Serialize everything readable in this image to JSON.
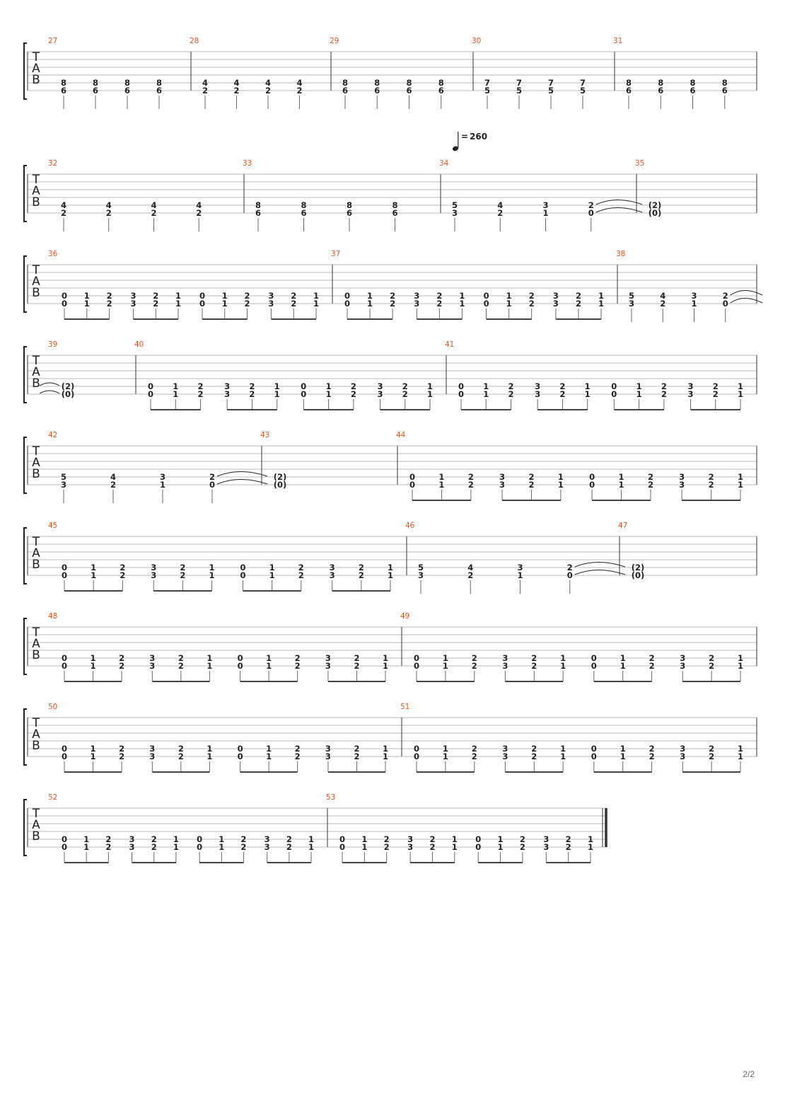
{
  "page": {
    "number_label": "2/2"
  },
  "tempo": {
    "value": "260",
    "prefix": "="
  },
  "tab_clef": [
    "T",
    "A",
    "B"
  ],
  "patterns": {
    "arp": [
      [
        0,
        0
      ],
      [
        1,
        1
      ],
      [
        2,
        2
      ],
      [
        3,
        3
      ],
      [
        2,
        2
      ],
      [
        1,
        1
      ],
      [
        0,
        0
      ],
      [
        1,
        1
      ],
      [
        2,
        2
      ],
      [
        3,
        3
      ],
      [
        2,
        2
      ],
      [
        1,
        1
      ]
    ],
    "desc": [
      [
        5,
        3
      ],
      [
        4,
        2
      ],
      [
        3,
        1
      ],
      [
        2,
        0
      ]
    ]
  },
  "systems": [
    {
      "measures": [
        {
          "number": "27",
          "kind": "chords",
          "chords": [
            [
              8,
              6
            ],
            [
              8,
              6
            ],
            [
              8,
              6
            ],
            [
              8,
              6
            ]
          ]
        },
        {
          "number": "28",
          "kind": "chords",
          "chords": [
            [
              4,
              2
            ],
            [
              4,
              2
            ],
            [
              4,
              2
            ],
            [
              4,
              2
            ]
          ]
        },
        {
          "number": "29",
          "kind": "chords",
          "chords": [
            [
              8,
              6
            ],
            [
              8,
              6
            ],
            [
              8,
              6
            ],
            [
              8,
              6
            ]
          ]
        },
        {
          "number": "30",
          "kind": "chords",
          "chords": [
            [
              7,
              5
            ],
            [
              7,
              5
            ],
            [
              7,
              5
            ],
            [
              7,
              5
            ]
          ]
        },
        {
          "number": "31",
          "kind": "chords",
          "chords": [
            [
              8,
              6
            ],
            [
              8,
              6
            ],
            [
              8,
              6
            ],
            [
              8,
              6
            ]
          ]
        }
      ]
    },
    {
      "measures": [
        {
          "number": "32",
          "kind": "chords",
          "chords": [
            [
              4,
              2
            ],
            [
              4,
              2
            ],
            [
              4,
              2
            ],
            [
              4,
              2
            ]
          ]
        },
        {
          "number": "33",
          "kind": "chords",
          "chords": [
            [
              8,
              6
            ],
            [
              8,
              6
            ],
            [
              8,
              6
            ],
            [
              8,
              6
            ]
          ]
        },
        {
          "number": "34",
          "kind": "desc",
          "tie_out": true,
          "tempo_mark": true
        },
        {
          "number": "35",
          "kind": "tied",
          "tied": [
            "(2)",
            "(0)"
          ]
        }
      ]
    },
    {
      "measures": [
        {
          "number": "36",
          "kind": "arp"
        },
        {
          "number": "37",
          "kind": "arp"
        },
        {
          "number": "38",
          "kind": "desc",
          "tie_out": true
        }
      ]
    },
    {
      "measures": [
        {
          "number": "39",
          "kind": "tied",
          "tied": [
            "(2)",
            "(0)"
          ],
          "tie_in": true
        },
        {
          "number": "40",
          "kind": "arp"
        },
        {
          "number": "41",
          "kind": "arp"
        }
      ]
    },
    {
      "measures": [
        {
          "number": "42",
          "kind": "desc",
          "tie_out": true
        },
        {
          "number": "43",
          "kind": "tied",
          "tied": [
            "(2)",
            "(0)"
          ]
        },
        {
          "number": "44",
          "kind": "arp"
        }
      ]
    },
    {
      "measures": [
        {
          "number": "45",
          "kind": "arp"
        },
        {
          "number": "46",
          "kind": "desc",
          "tie_out": true
        },
        {
          "number": "47",
          "kind": "tied",
          "tied": [
            "(2)",
            "(0)"
          ]
        }
      ]
    },
    {
      "measures": [
        {
          "number": "48",
          "kind": "arp"
        },
        {
          "number": "49",
          "kind": "arp"
        }
      ]
    },
    {
      "measures": [
        {
          "number": "50",
          "kind": "arp"
        },
        {
          "number": "51",
          "kind": "arp"
        }
      ]
    },
    {
      "measures": [
        {
          "number": "52",
          "kind": "arp"
        },
        {
          "number": "53",
          "kind": "arp",
          "final": true
        }
      ]
    }
  ],
  "colors": {
    "measure_number": "#e8531e",
    "staff_line": "#bbbbbb",
    "ink": "#222222",
    "barline": "#333333"
  }
}
